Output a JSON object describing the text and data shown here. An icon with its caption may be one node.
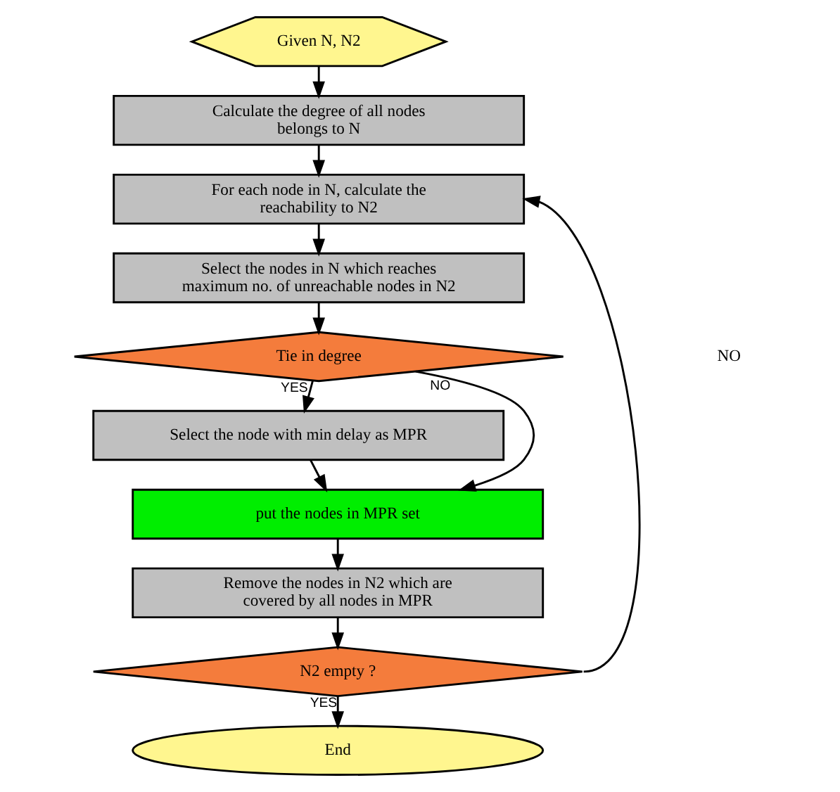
{
  "diagram": {
    "nodes": [
      {
        "text": [
          "Given N, N2"
        ]
      },
      {
        "text": [
          "Calculate the degree of all nodes belongs to N"
        ]
      },
      {
        "text": [
          "For each node in N, calculate the reachability to N2"
        ]
      },
      {
        "text": [
          "Select the nodes in N which reaches maximum no. of unreachable nodes in N2"
        ]
      },
      {
        "text": [
          "Tie in degree"
        ]
      },
      {
        "text": [
          "Select the node with min delay as MPR"
        ]
      },
      {
        "text": [
          "put the nodes in MPR set"
        ]
      },
      {
        "text": [
          "Remove the nodes in N2 which are covered by all nodes in MPR"
        ]
      },
      {
        "text": [
          "N2 empty ?"
        ]
      },
      {
        "text": [
          "End"
        ]
      }
    ],
    "edges": [
      {
        "from": 0,
        "to": 1,
        "arrow": "to"
      },
      {
        "from": 1,
        "to": 2,
        "arrow": "to"
      },
      {
        "from": 2,
        "to": 3,
        "arrow": "to"
      },
      {
        "from": 3,
        "to": 4,
        "arrow": "to"
      },
      {
        "from": 4,
        "to": 5,
        "arrow": "to",
        "label": "YES"
      },
      {
        "from": 4,
        "to": 6,
        "arrow": "to",
        "label": "NO"
      },
      {
        "from": 5,
        "to": 6,
        "arrow": "to"
      },
      {
        "from": 6,
        "to": 7,
        "arrow": "to"
      },
      {
        "from": 7,
        "to": 8,
        "arrow": "to"
      },
      {
        "from": 8,
        "to": 9,
        "arrow": "to",
        "label": "YES"
      },
      {
        "from": 8,
        "to": 2,
        "arrow": "to"
      }
    ],
    "labels": [
      "NO"
    ]
  }
}
